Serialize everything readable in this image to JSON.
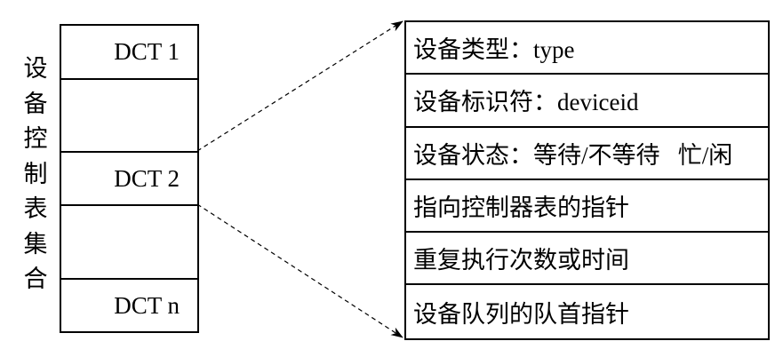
{
  "left_label": [
    "设",
    "备",
    "控",
    "制",
    "表",
    "集",
    "合"
  ],
  "dct_rows": [
    "DCT 1",
    "",
    "DCT 2",
    "",
    "DCT n"
  ],
  "dct_fields": [
    "设备类型：type",
    "设备标识符：deviceid",
    "设备状态：等待/不等待   忙/闲",
    "指向控制器表的指针",
    "重复执行次数或时间",
    "设备队列的队首指针"
  ]
}
